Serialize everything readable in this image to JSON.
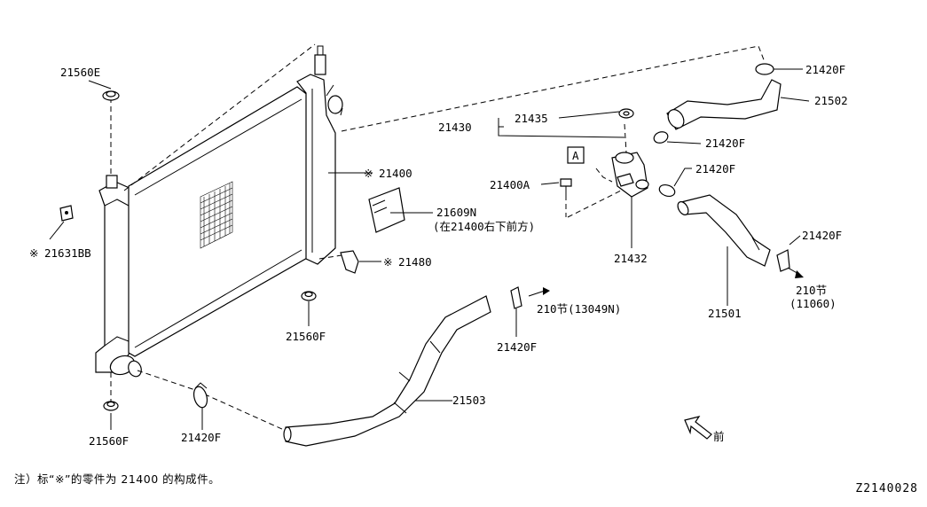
{
  "labels": {
    "p21560E": "21560E",
    "p21631BB": "21631BB",
    "p21400": "21400",
    "p21609N": "21609N",
    "p21609N_note": "(在21400右下前方)",
    "p21480": "21480",
    "p21560F_mid": "21560F",
    "p21560F_bot": "21560F",
    "p21420F_bot": "21420F",
    "p21503": "21503",
    "p21420F_mid": "21420F",
    "ref210_13049N": "210节(13049N)",
    "p21435": "21435",
    "p21430": "21430",
    "p21400A": "21400A",
    "p21432": "21432",
    "boxA": "A",
    "p21420F_top": "21420F",
    "p21502": "21502",
    "p21420F_r2": "21420F",
    "p21420F_r3": "21420F",
    "p21420F_r4": "21420F",
    "p21501": "21501",
    "ref210": "210节",
    "ref11060": "(11060)",
    "front": "前",
    "star": "※"
  },
  "footer": {
    "note": "注）标“※”的零件为 21400 的构成件。",
    "code": "Z2140028"
  }
}
